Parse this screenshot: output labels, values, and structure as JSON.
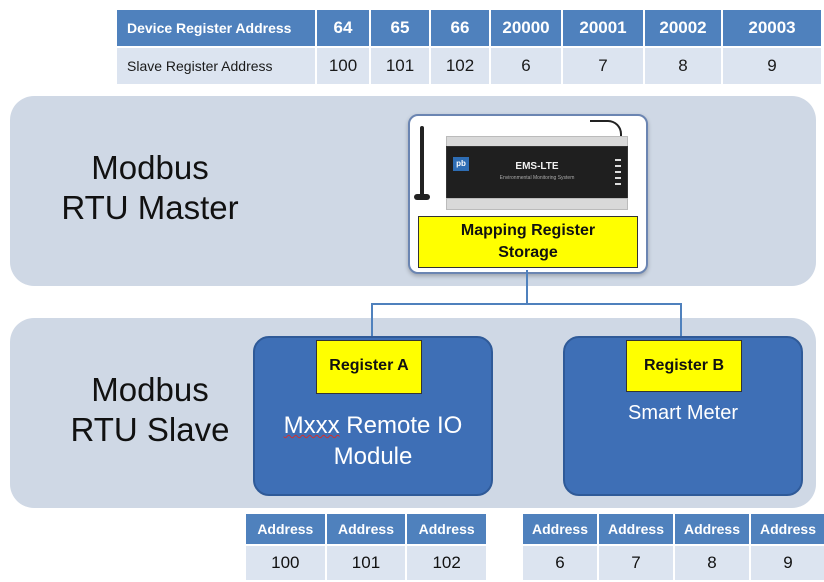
{
  "mapping_table": {
    "row1_label": "Device Register Address",
    "row1_values": [
      "64",
      "65",
      "66",
      "20000",
      "20001",
      "20002",
      "20003"
    ],
    "row2_label": "Slave Register Address",
    "row2_values": [
      "100",
      "101",
      "102",
      "6",
      "7",
      "8",
      "9"
    ]
  },
  "master": {
    "title_line1": "Modbus",
    "title_line2": "RTU Master",
    "device_name": "EMS-LTE",
    "device_subtitle": "Environmental Monitoring System",
    "device_logo": "pb",
    "mapping_line1": "Mapping Register",
    "mapping_line2": "Storage"
  },
  "slave": {
    "title_line1": "Modbus",
    "title_line2": "RTU Slave",
    "module_a": {
      "tag": "Register A",
      "line1_word": "Mxxx",
      "line1_rest": " Remote IO",
      "line2": "Module"
    },
    "module_b": {
      "tag": "Register B",
      "label": "Smart Meter"
    }
  },
  "address_table_a": {
    "headers": [
      "Address",
      "Address",
      "Address"
    ],
    "values": [
      "100",
      "101",
      "102"
    ]
  },
  "address_table_b": {
    "headers": [
      "Address",
      "Address",
      "Address",
      "Address"
    ],
    "values": [
      "6",
      "7",
      "8",
      "9"
    ]
  },
  "colors": {
    "header_blue": "#4f81bd",
    "cell_light": "#dce4f0",
    "panel_grey": "#cfd8e5",
    "module_blue": "#3e6fb6",
    "highlight_yellow": "#ffff00"
  }
}
